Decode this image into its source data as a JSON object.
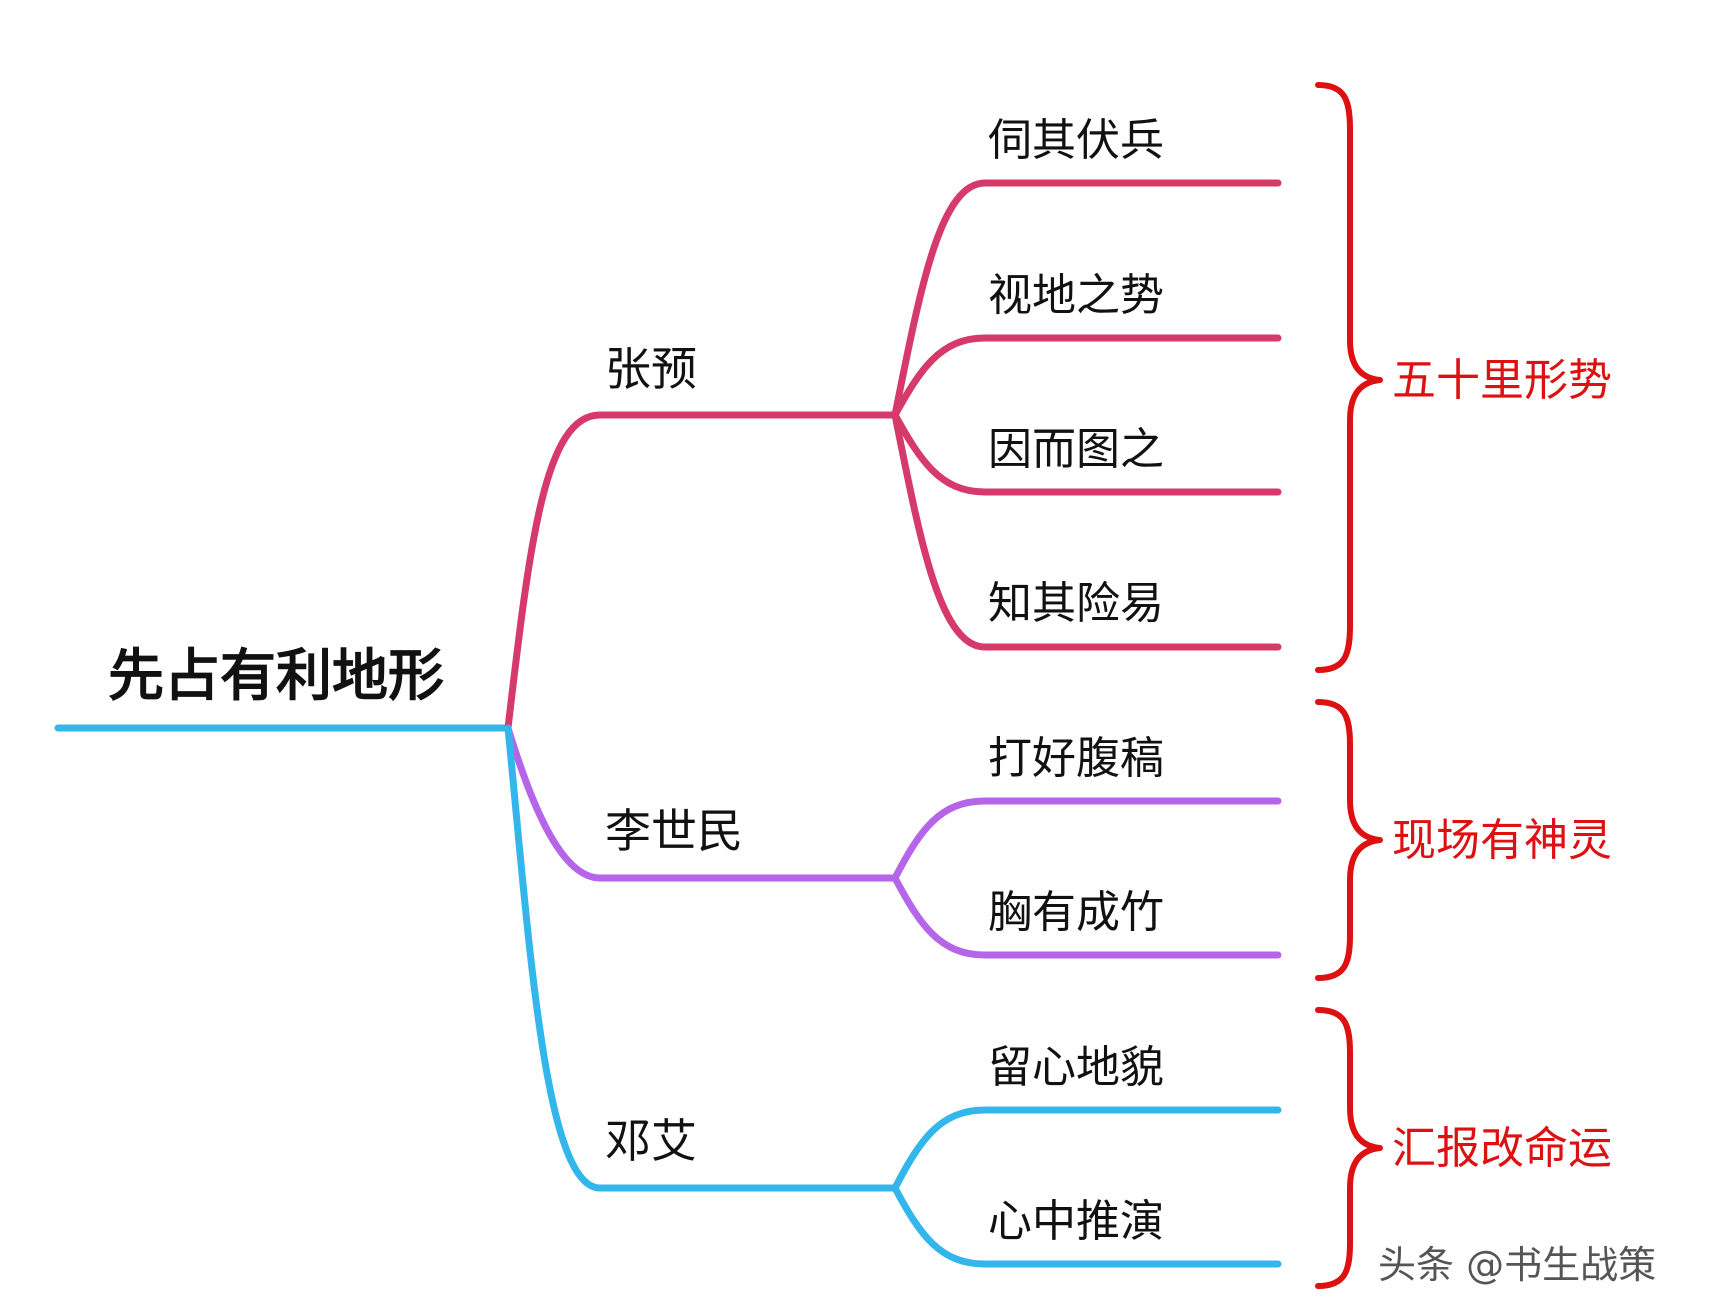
{
  "root": {
    "label": "先占有利地形"
  },
  "branches": [
    {
      "label": "张预",
      "color": "#d63a6b",
      "leaves": [
        "伺其伏兵",
        "视地之势",
        "因而图之",
        "知其险易"
      ]
    },
    {
      "label": "李世民",
      "color": "#b566e8",
      "leaves": [
        "打好腹稿",
        "胸有成竹"
      ]
    },
    {
      "label": "邓艾",
      "color": "#33b6ec",
      "leaves": [
        "留心地貌",
        "心中推演"
      ]
    }
  ],
  "groups": [
    {
      "label": "五十里形势",
      "color": "#dd1111"
    },
    {
      "label": "现场有神灵",
      "color": "#dd1111"
    },
    {
      "label": "汇报改命运",
      "color": "#dd1111"
    }
  ],
  "watermark": "头条 @书生战策"
}
